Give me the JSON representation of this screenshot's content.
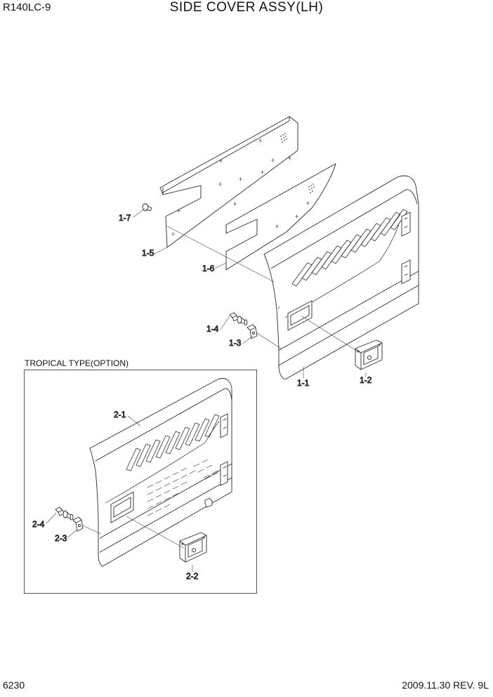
{
  "header": {
    "model": "R140LC-9",
    "title": "SIDE COVER ASSY(LH)"
  },
  "footer": {
    "page_number": "6230",
    "revision": "2009.11.30 REV. 9L"
  },
  "option_box": {
    "label": "TROPICAL TYPE(OPTION)"
  },
  "part_labels": {
    "p1_1": "1-1",
    "p1_2": "1-2",
    "p1_3": "1-3",
    "p1_4": "1-4",
    "p1_5": "1-5",
    "p1_6": "1-6",
    "p1_7": "1-7",
    "p2_1": "2-1",
    "p2_2": "2-2",
    "p2_3": "2-3",
    "p2_4": "2-4"
  },
  "colors": {
    "line": "#2a2a2a",
    "fill": "#ffffff",
    "leader": "#444444"
  }
}
